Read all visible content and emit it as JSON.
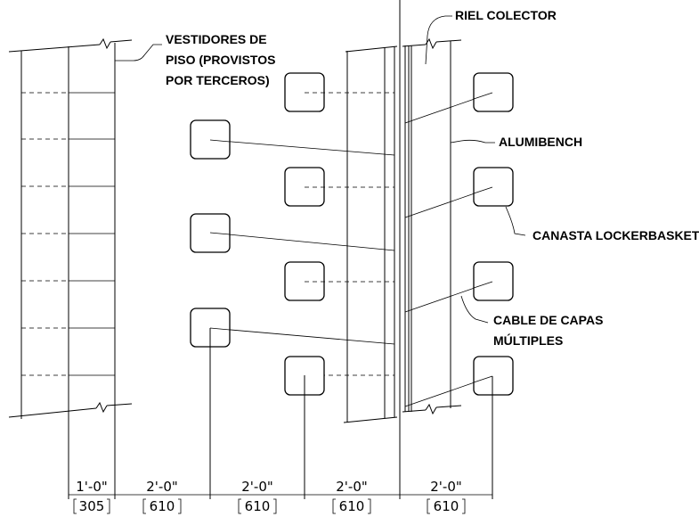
{
  "labels": {
    "floor_lockers": [
      "VESTIDORES DE",
      "PISO (PROVISTOS",
      "POR TERCEROS)"
    ],
    "collector_rail": "RIEL COLECTOR",
    "alumibench": "ALUMIBENCH",
    "lockerbasket": "CANASTA LOCKERBASKET",
    "multi_cable": [
      "CABLE DE CAPAS",
      "MÚLTIPLES"
    ]
  },
  "dimensions": [
    {
      "imperial": "1'-0\"",
      "metric": "305"
    },
    {
      "imperial": "2'-0\"",
      "metric": "610"
    },
    {
      "imperial": "2'-0\"",
      "metric": "610"
    },
    {
      "imperial": "2'-0\"",
      "metric": "610"
    },
    {
      "imperial": "2'-0\"",
      "metric": "610"
    }
  ]
}
